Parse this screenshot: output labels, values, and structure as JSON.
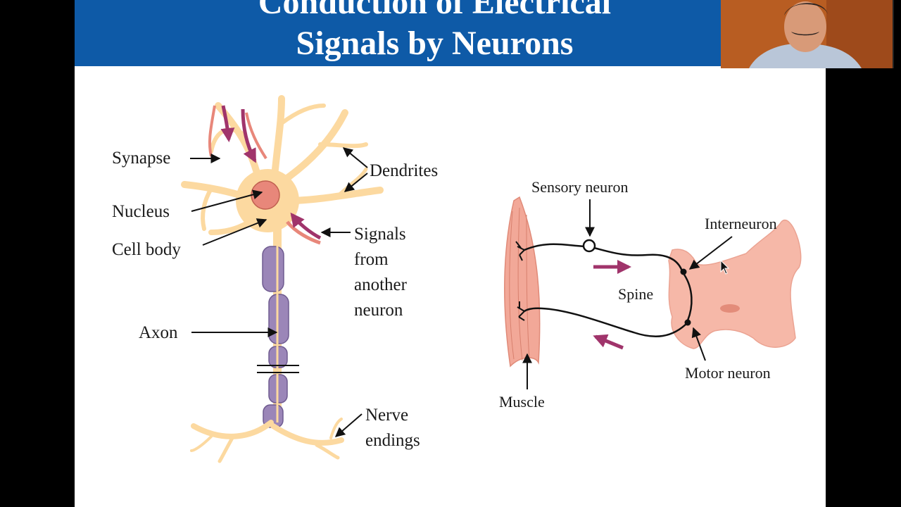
{
  "title": {
    "line1": "Conduction of Electrical",
    "line2": "Signals by Neurons"
  },
  "neuron_labels": {
    "synapse": "Synapse",
    "dendrites": "Dendrites",
    "nucleus": "Nucleus",
    "cell_body": "Cell body",
    "signals_line1": "Signals",
    "signals_line2": "from",
    "signals_line3": "another",
    "signals_line4": "neuron",
    "axon": "Axon",
    "nerve_line1": "Nerve",
    "nerve_line2": "endings"
  },
  "reflex_labels": {
    "sensory_neuron": "Sensory neuron",
    "interneuron": "Interneuron",
    "spine": "Spine",
    "motor_neuron": "Motor neuron",
    "muscle": "Muscle"
  },
  "colors": {
    "title_bar": "#0e5aa7",
    "neuron_fill": "#fcd9a0",
    "myelin": "#9b86b8",
    "nucleus": "#e8877a",
    "signal_arrow": "#a0346b",
    "spine_fill": "#f6b8a8"
  },
  "icons": [
    "mouse-cursor-icon"
  ]
}
